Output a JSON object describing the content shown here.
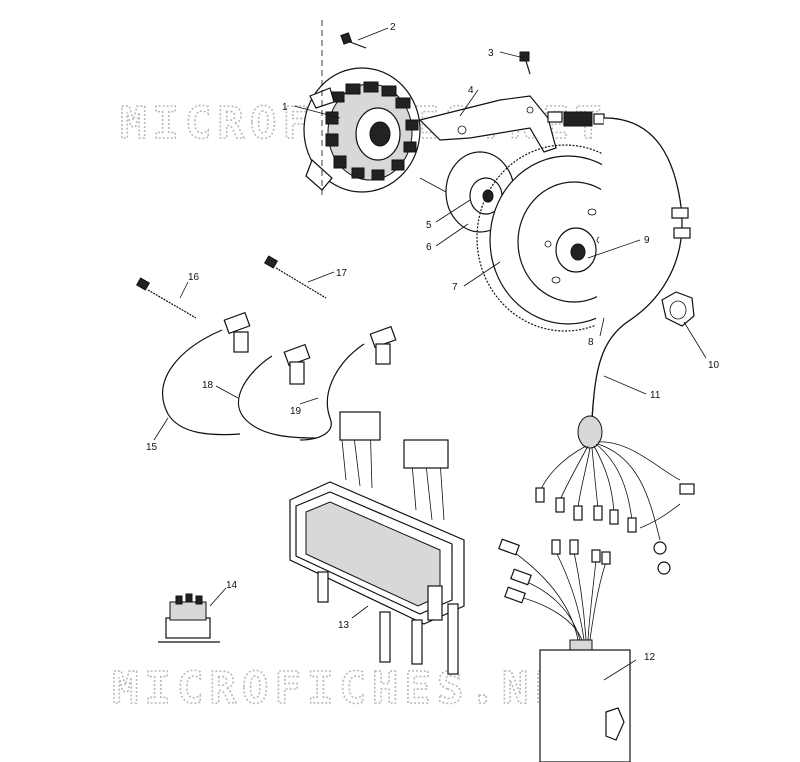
{
  "watermark": {
    "text": "MICROFICHES.NET"
  },
  "parts": [
    {
      "id": "1"
    },
    {
      "id": "2"
    },
    {
      "id": "3"
    },
    {
      "id": "4"
    },
    {
      "id": "5"
    },
    {
      "id": "6"
    },
    {
      "id": "7"
    },
    {
      "id": "8"
    },
    {
      "id": "9"
    },
    {
      "id": "10"
    },
    {
      "id": "11"
    },
    {
      "id": "12"
    },
    {
      "id": "13"
    },
    {
      "id": "14"
    },
    {
      "id": "15"
    },
    {
      "id": "16"
    },
    {
      "id": "17"
    },
    {
      "id": "18"
    },
    {
      "id": "19"
    }
  ]
}
